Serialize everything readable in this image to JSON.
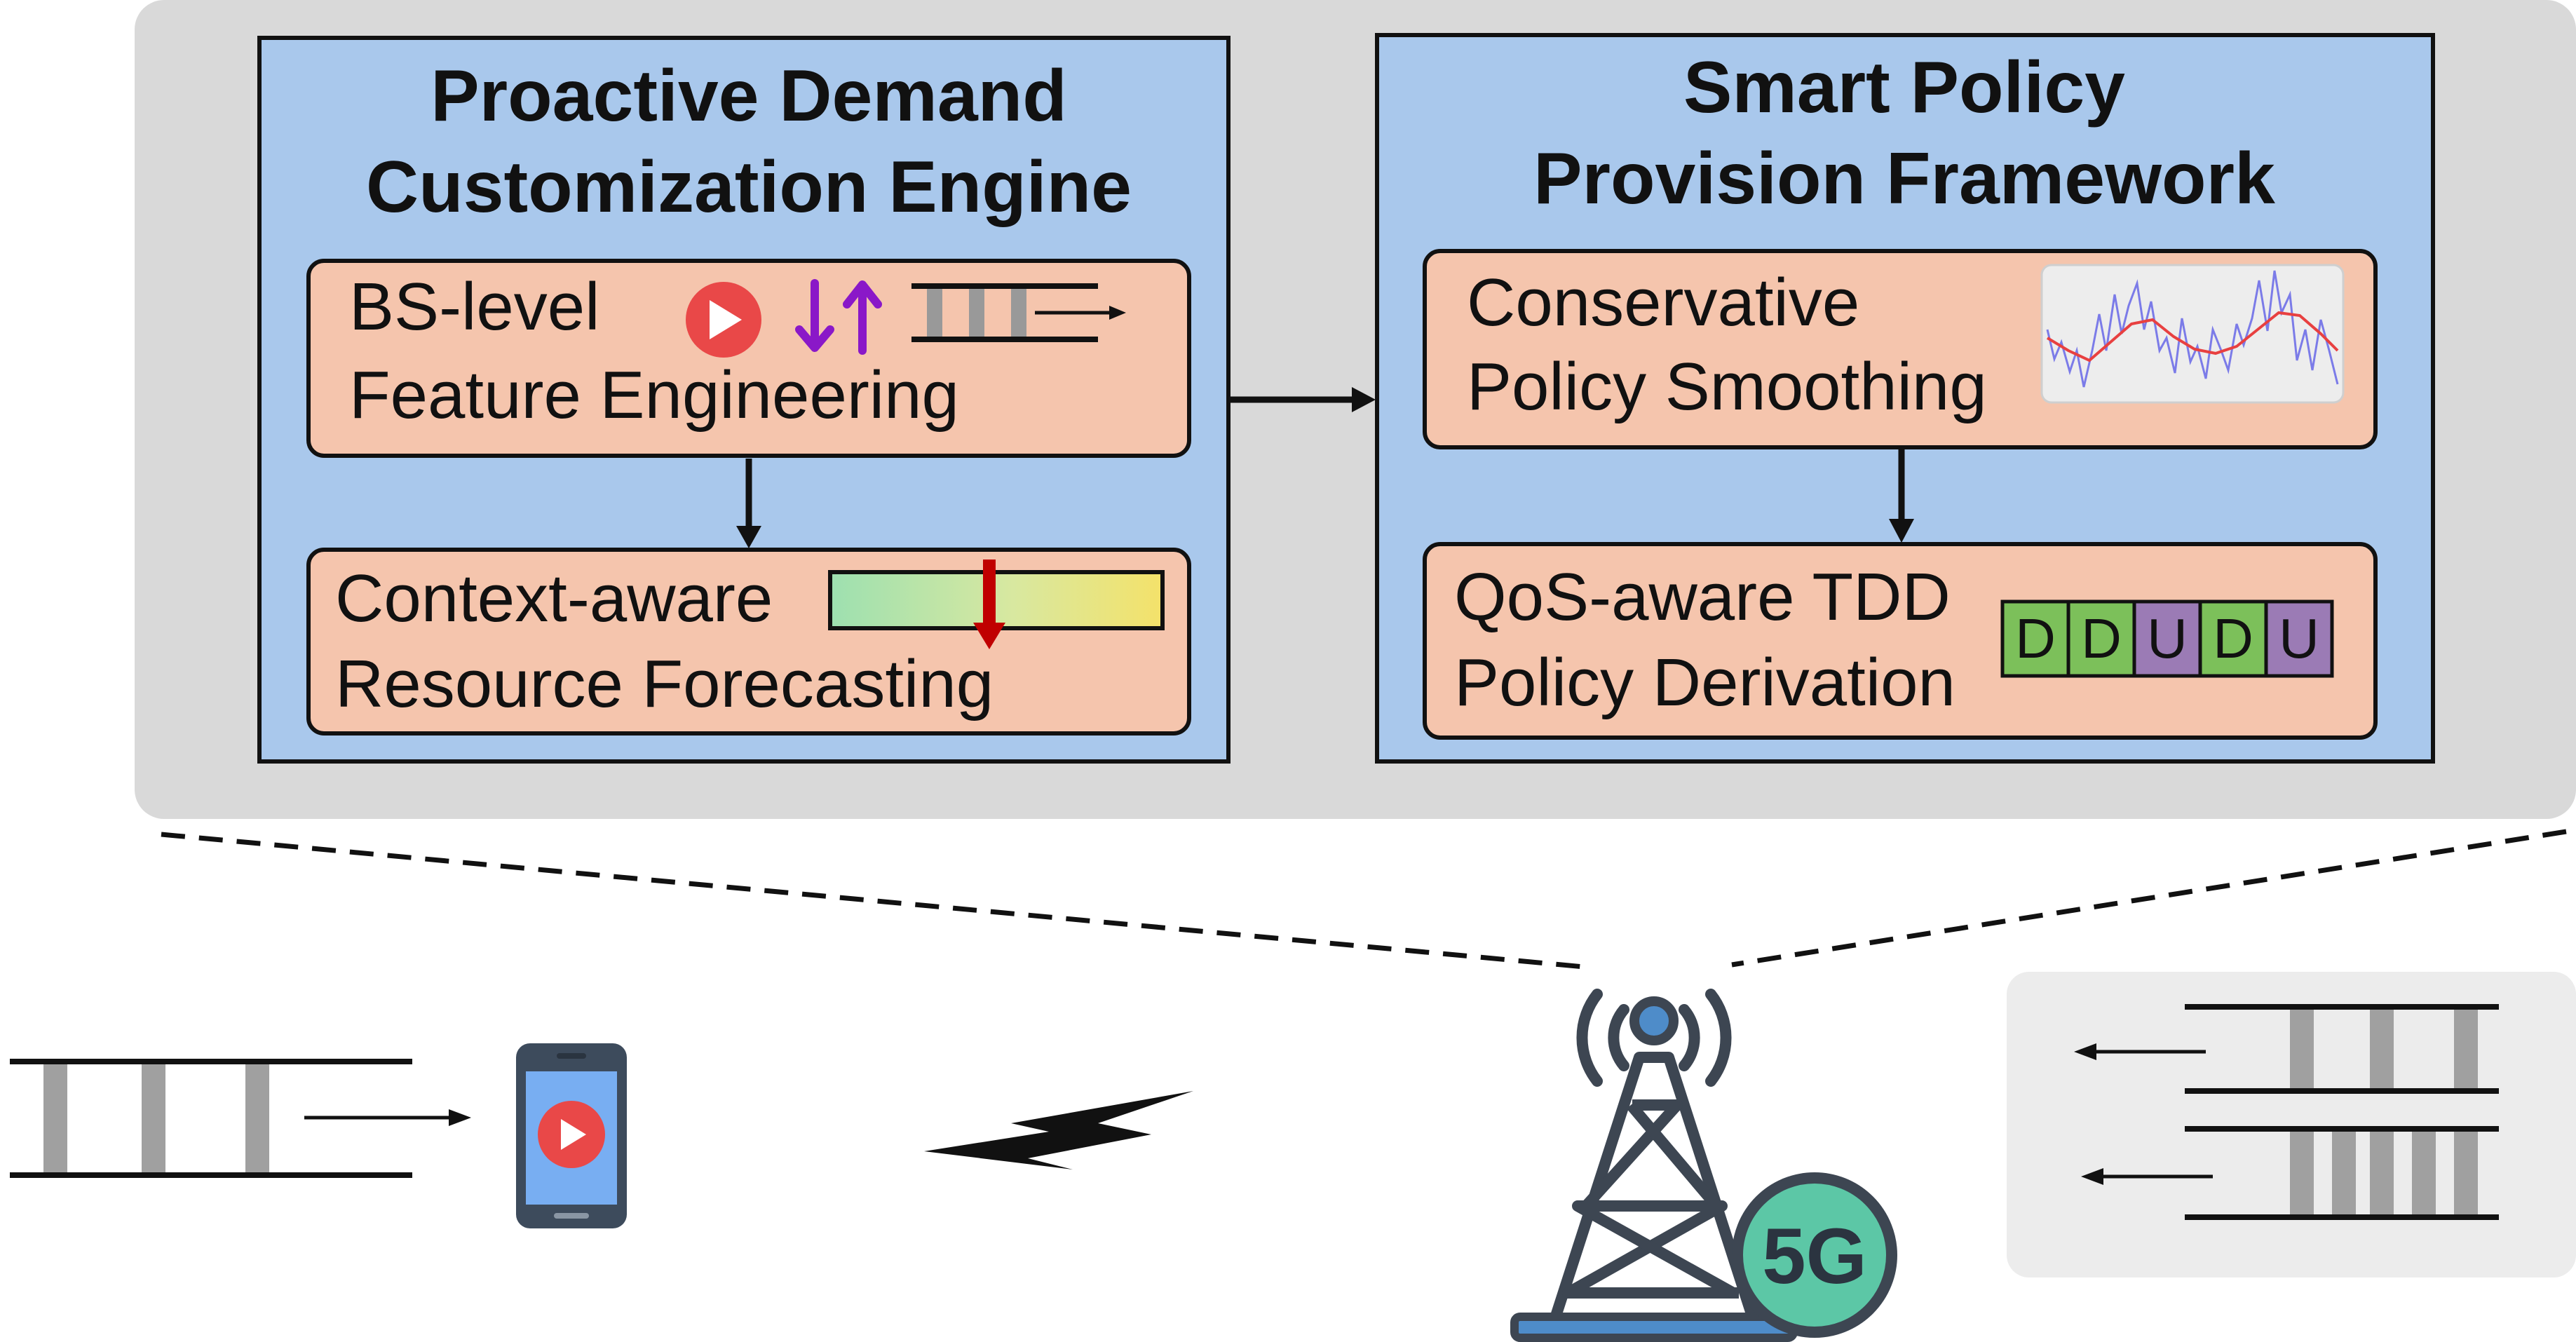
{
  "engine": {
    "title_line1": "Proactive Demand",
    "title_line2": "Customization Engine",
    "feature": {
      "line1": "BS-level",
      "line2": "Feature Engineering"
    },
    "forecast": {
      "line1": "Context-aware",
      "line2": "Resource Forecasting"
    }
  },
  "framework": {
    "title_line1": "Smart Policy",
    "title_line2": "Provision Framework",
    "smoothing": {
      "line1": "Conservative",
      "line2": "Policy Smoothing"
    },
    "derivation": {
      "line1": "QoS-aware TDD",
      "line2": "Policy Derivation",
      "slots": [
        {
          "label": "D",
          "color": "#7cc05a"
        },
        {
          "label": "D",
          "color": "#7cc05a"
        },
        {
          "label": "U",
          "color": "#9b7bb5"
        },
        {
          "label": "D",
          "color": "#7cc05a"
        },
        {
          "label": "U",
          "color": "#9b7bb5"
        }
      ]
    }
  },
  "base_station": {
    "badge": "5G"
  },
  "colors": {
    "panel_bg": "#d9d9d9",
    "box_blue": "#a9c8ec",
    "box_salmon": "#f5c5ad",
    "play_red": "#e94848",
    "arrow_purple": "#8a18c8",
    "forecast_arrow": "#c00000",
    "badge_teal": "#5cc7a6"
  },
  "icons": {
    "play": "play-icon",
    "updown": "up-down-arrows-icon",
    "phone": "smartphone-icon",
    "lightning": "lightning-icon",
    "tower": "cell-tower-icon"
  }
}
